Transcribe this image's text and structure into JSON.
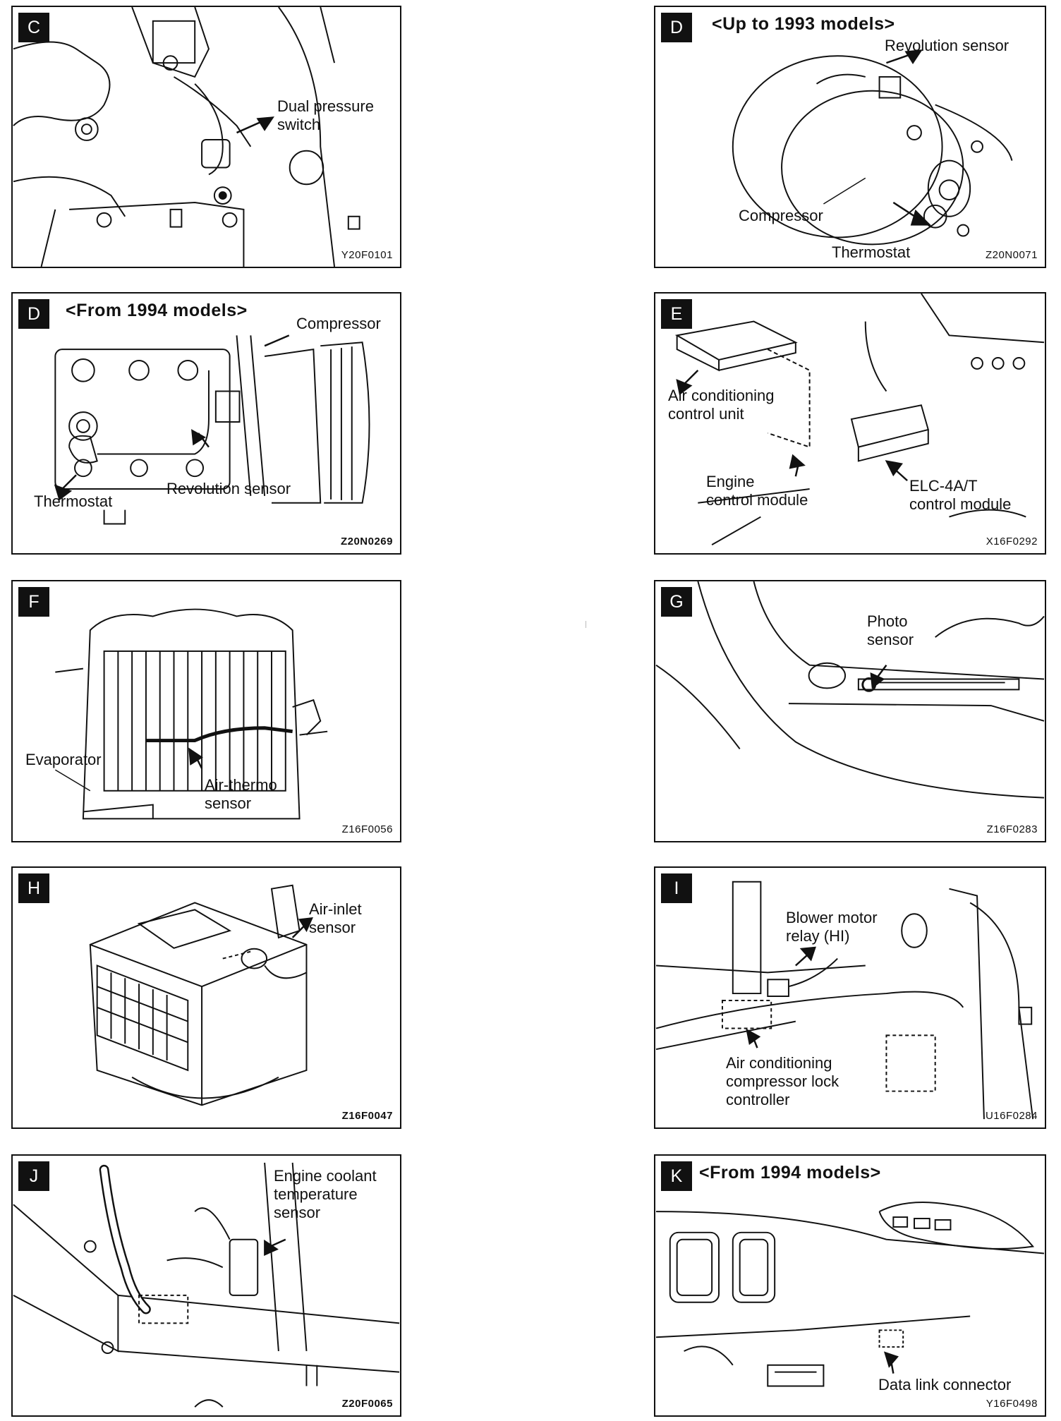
{
  "panels": [
    {
      "letter": "C",
      "title": "",
      "labels": [
        "Dual pressure\nswitch"
      ],
      "code": "Y20F0101"
    },
    {
      "letter": "D",
      "title": "<Up to 1993 models>",
      "labels": [
        "Revolution sensor",
        "Compressor",
        "Thermostat"
      ],
      "code": "Z20N0071"
    },
    {
      "letter": "D",
      "title": "<From 1994 models>",
      "labels": [
        "Compressor",
        "Thermostat",
        "Revolution sensor"
      ],
      "code": "Z20N0269"
    },
    {
      "letter": "E",
      "title": "",
      "labels": [
        "Air conditioning\ncontrol unit",
        "Engine\ncontrol module",
        "ELC-4A/T\ncontrol module"
      ],
      "code": "X16F0292"
    },
    {
      "letter": "F",
      "title": "",
      "labels": [
        "Evaporator",
        "Air-thermo\nsensor"
      ],
      "code": "Z16F0056"
    },
    {
      "letter": "G",
      "title": "",
      "labels": [
        "Photo\nsensor"
      ],
      "code": "Z16F0283"
    },
    {
      "letter": "H",
      "title": "",
      "labels": [
        "Air-inlet\nsensor"
      ],
      "code": "Z16F0047"
    },
    {
      "letter": "I",
      "title": "",
      "labels": [
        "Blower motor\nrelay (HI)",
        "Air conditioning\ncompressor lock\ncontroller"
      ],
      "code": "U16F0284"
    },
    {
      "letter": "J",
      "title": "",
      "labels": [
        "Engine coolant\ntemperature\nsensor"
      ],
      "code": "Z20F0065"
    },
    {
      "letter": "K",
      "title": "<From 1994 models>",
      "labels": [
        "Data link connector"
      ],
      "code": "Y16F0498"
    }
  ]
}
